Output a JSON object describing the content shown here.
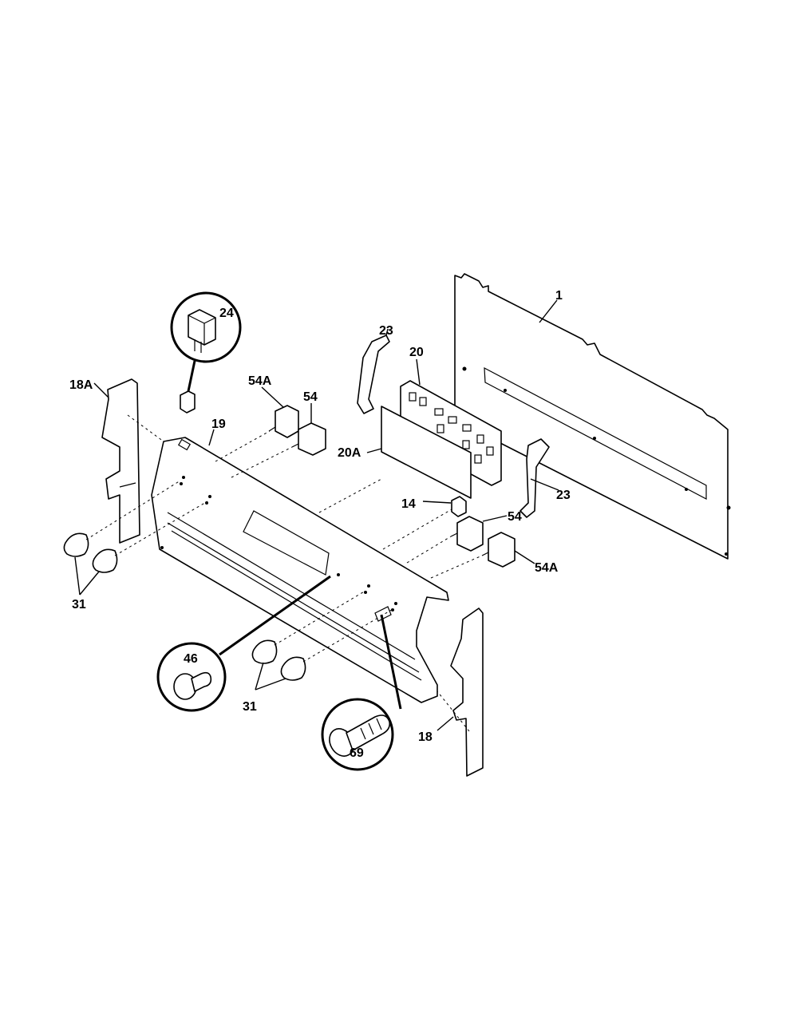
{
  "labels": {
    "p1": "1",
    "p14": "14",
    "p18": "18",
    "p18a": "18A",
    "p19": "19",
    "p20": "20",
    "p20a": "20A",
    "p23_top": "23",
    "p23_bottom": "23",
    "p24": "24",
    "p31_left": "31",
    "p31_bottom": "31",
    "p46": "46",
    "p54_top": "54",
    "p54_right": "54",
    "p54a_top": "54A",
    "p54a_right": "54A",
    "p69": "69"
  },
  "colors": {
    "line": "#000000",
    "background": "#ffffff"
  }
}
